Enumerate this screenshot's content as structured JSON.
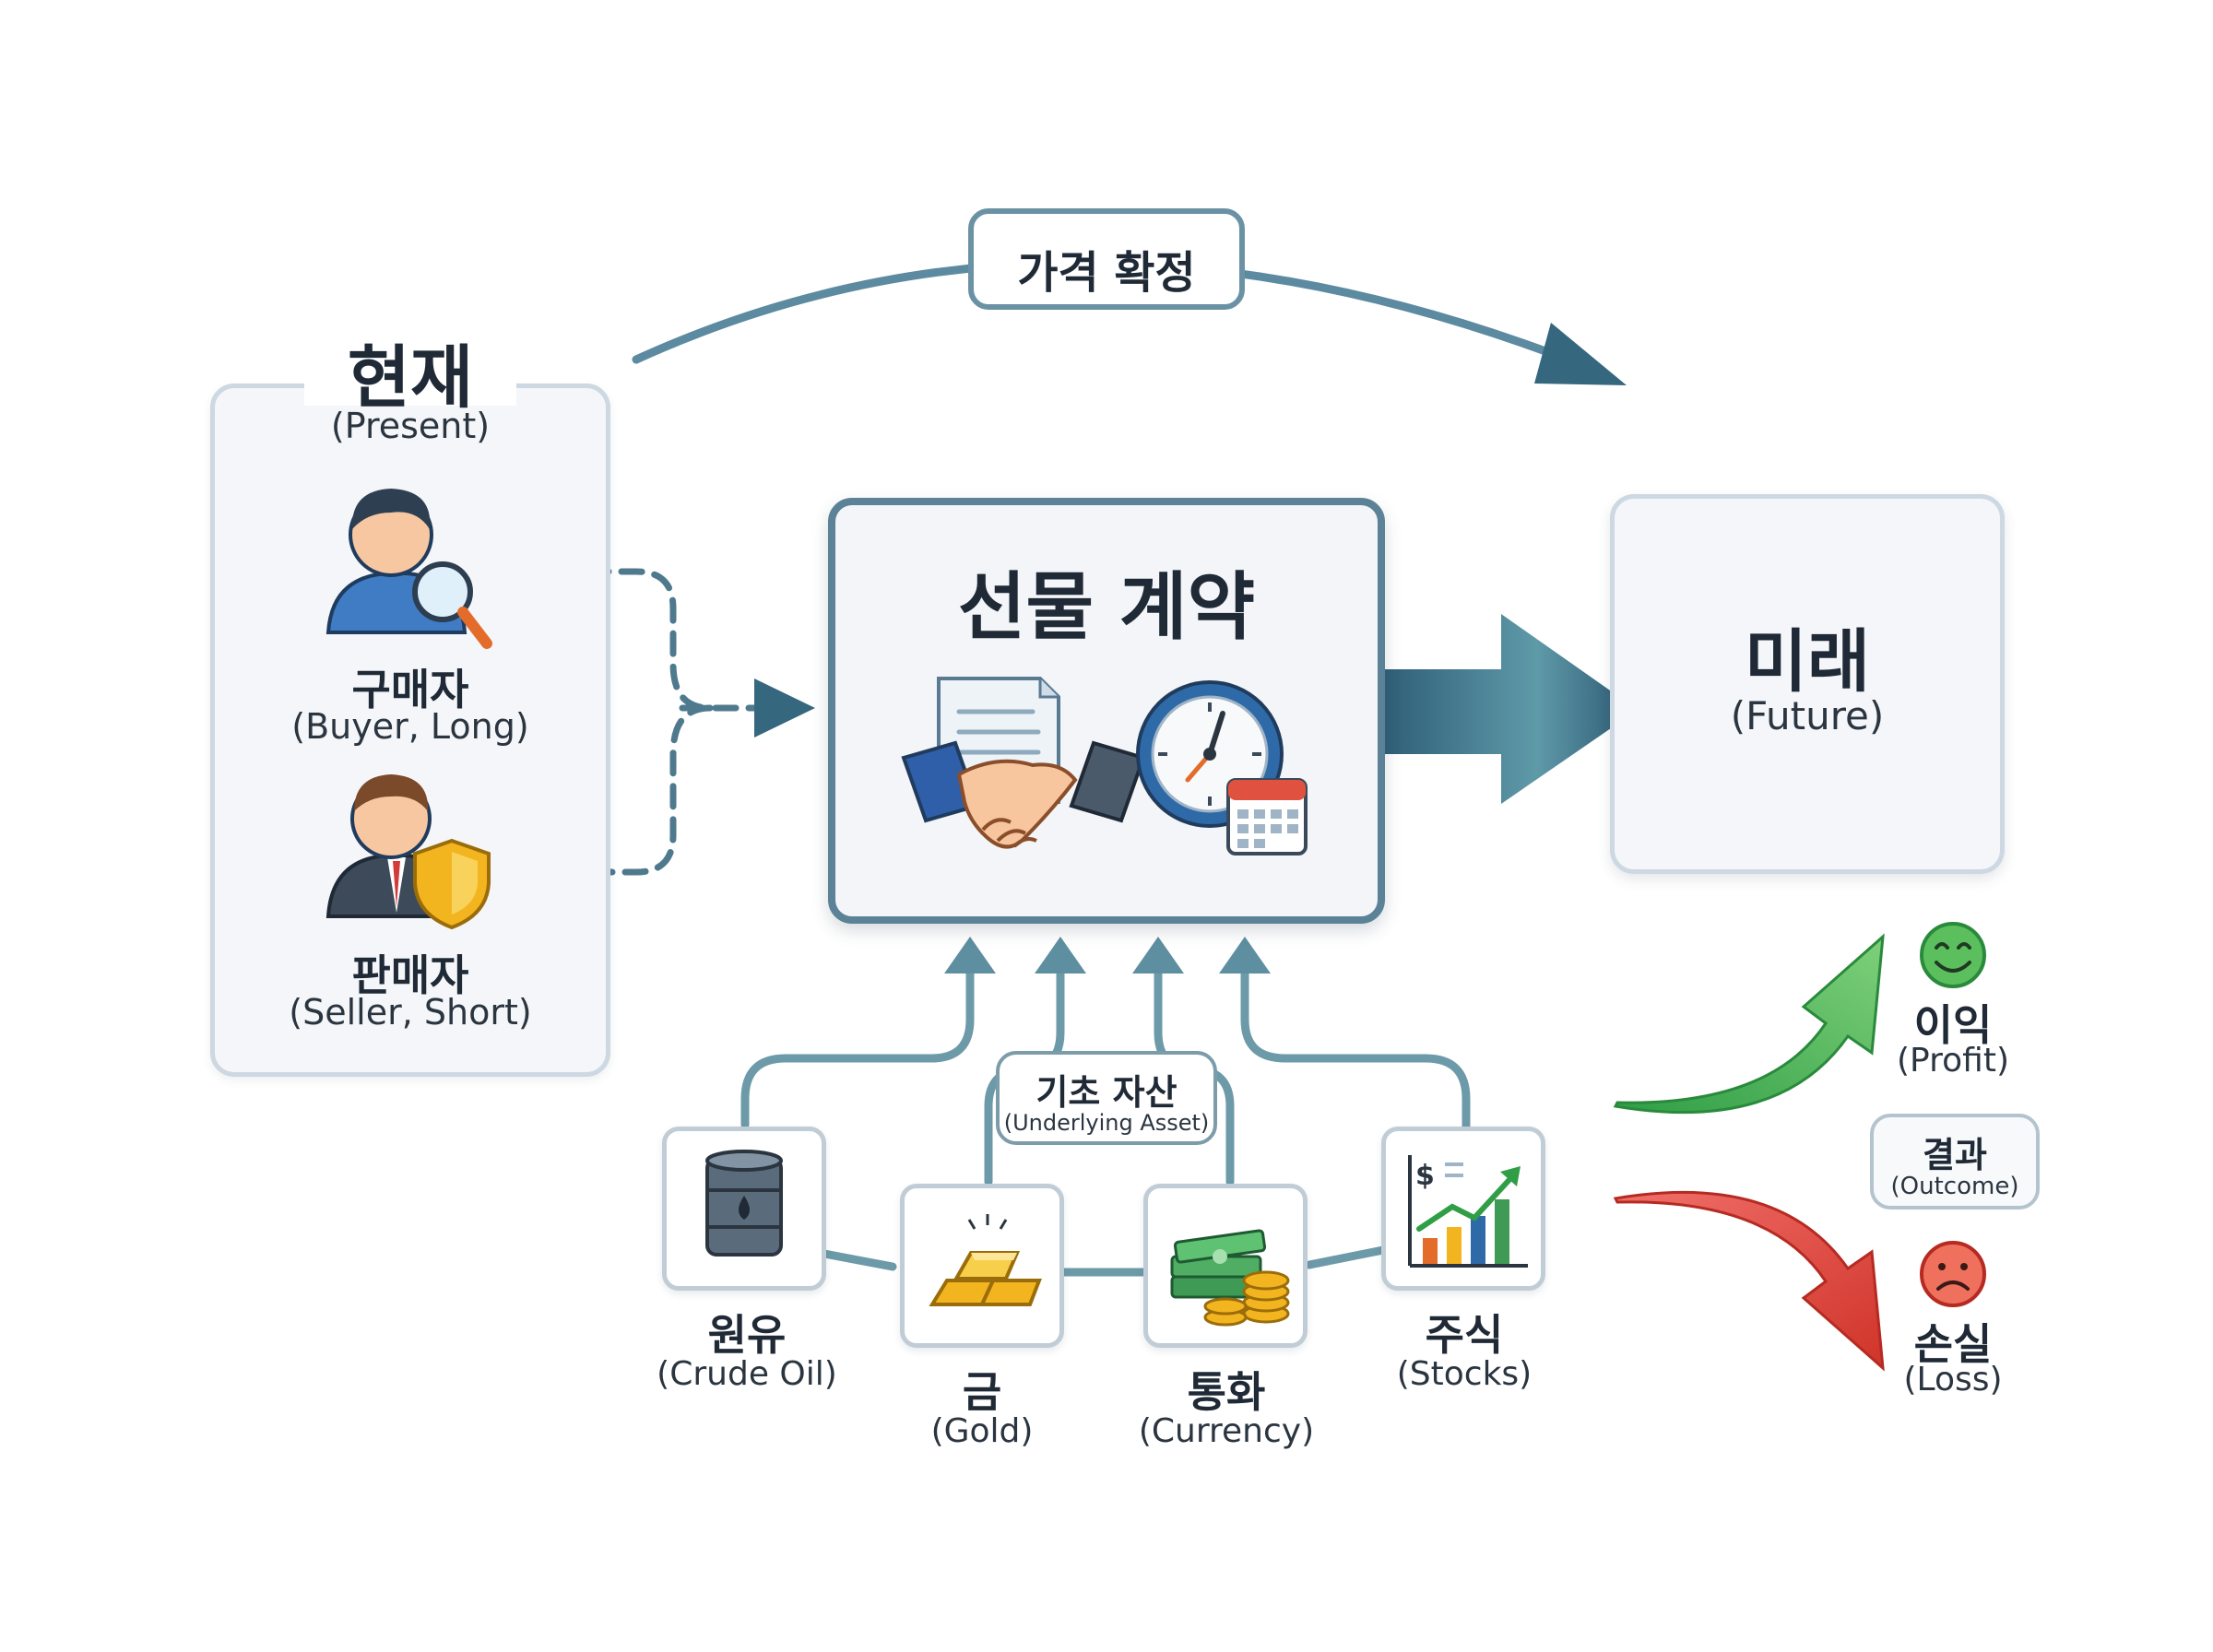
{
  "title_arrow": {
    "label": "가격 확정"
  },
  "present": {
    "title": "현재",
    "subtitle": "(Present)"
  },
  "buyer": {
    "label": "구매자",
    "sublabel": "(Buyer, Long)",
    "icon": "buyer-magnifier-icon"
  },
  "seller": {
    "label": "판매자",
    "sublabel": "(Seller, Short)",
    "icon": "seller-shield-icon"
  },
  "contract": {
    "title": "선물 계약",
    "icons": [
      "document-handshake-icon",
      "clock-calendar-icon"
    ]
  },
  "future": {
    "title": "미래",
    "subtitle": "(Future)"
  },
  "underlying": {
    "label": "기초 자산",
    "sublabel": "(Underlying Asset)"
  },
  "assets": [
    {
      "label": "원유",
      "sublabel": "(Crude Oil)",
      "icon": "oil-barrel-icon"
    },
    {
      "label": "금",
      "sublabel": "(Gold)",
      "icon": "gold-bars-icon"
    },
    {
      "label": "통화",
      "sublabel": "(Currency)",
      "icon": "cash-coins-icon"
    },
    {
      "label": "주식",
      "sublabel": "(Stocks)",
      "icon": "stock-chart-icon"
    }
  ],
  "outcome": {
    "label": "결과",
    "sublabel": "(Outcome)",
    "profit": {
      "label": "이익",
      "sublabel": "(Profit)",
      "icon": "smiley-face-icon",
      "color": "#4caf50"
    },
    "loss": {
      "label": "손실",
      "sublabel": "(Loss)",
      "icon": "sad-face-icon",
      "color": "#e0523f"
    }
  },
  "colors": {
    "arrow_dark": "#35677f",
    "arrow_teal": "#6d9aa8",
    "border_light": "#cdd8e2",
    "gold": "#f2b51f"
  }
}
